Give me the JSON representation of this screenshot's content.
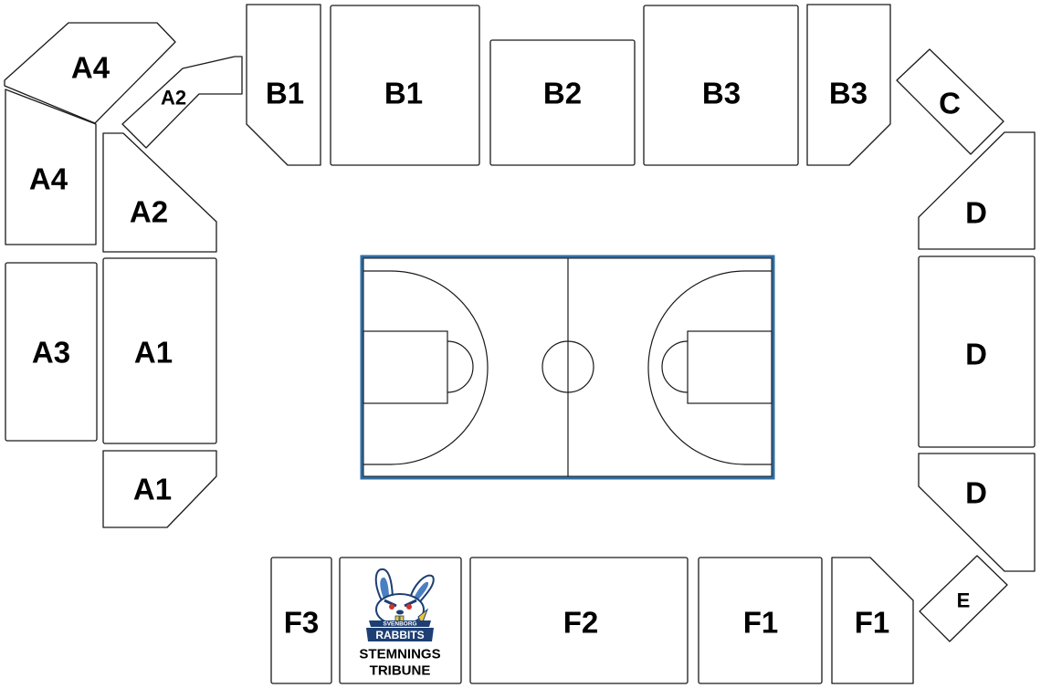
{
  "sections": {
    "a4_top": "A4",
    "a2_top": "A2",
    "a4_left": "A4",
    "a2_left": "A2",
    "a3": "A3",
    "a1_main": "A1",
    "a1_bottom": "A1",
    "b1_small": "B1",
    "b1_main": "B1",
    "b2": "B2",
    "b3_main": "B3",
    "b3_small": "B3",
    "c": "C",
    "d_top": "D",
    "d_mid": "D",
    "d_bottom": "D",
    "e": "E",
    "f3": "F3",
    "f2": "F2",
    "f1_main": "F1",
    "f1_small": "F1"
  },
  "stemnings": {
    "line1": "STEMNINGS",
    "line2": "TRIBUNE"
  },
  "logo": {
    "top_text": "SVENBORG",
    "main_text": "RABBITS"
  },
  "colors": {
    "court_border": "#2e6da4",
    "logo_blue": "#1d3f73",
    "logo_light_blue": "#4a7fc1",
    "logo_red": "#d0342c",
    "logo_yellow": "#e9c73a"
  }
}
